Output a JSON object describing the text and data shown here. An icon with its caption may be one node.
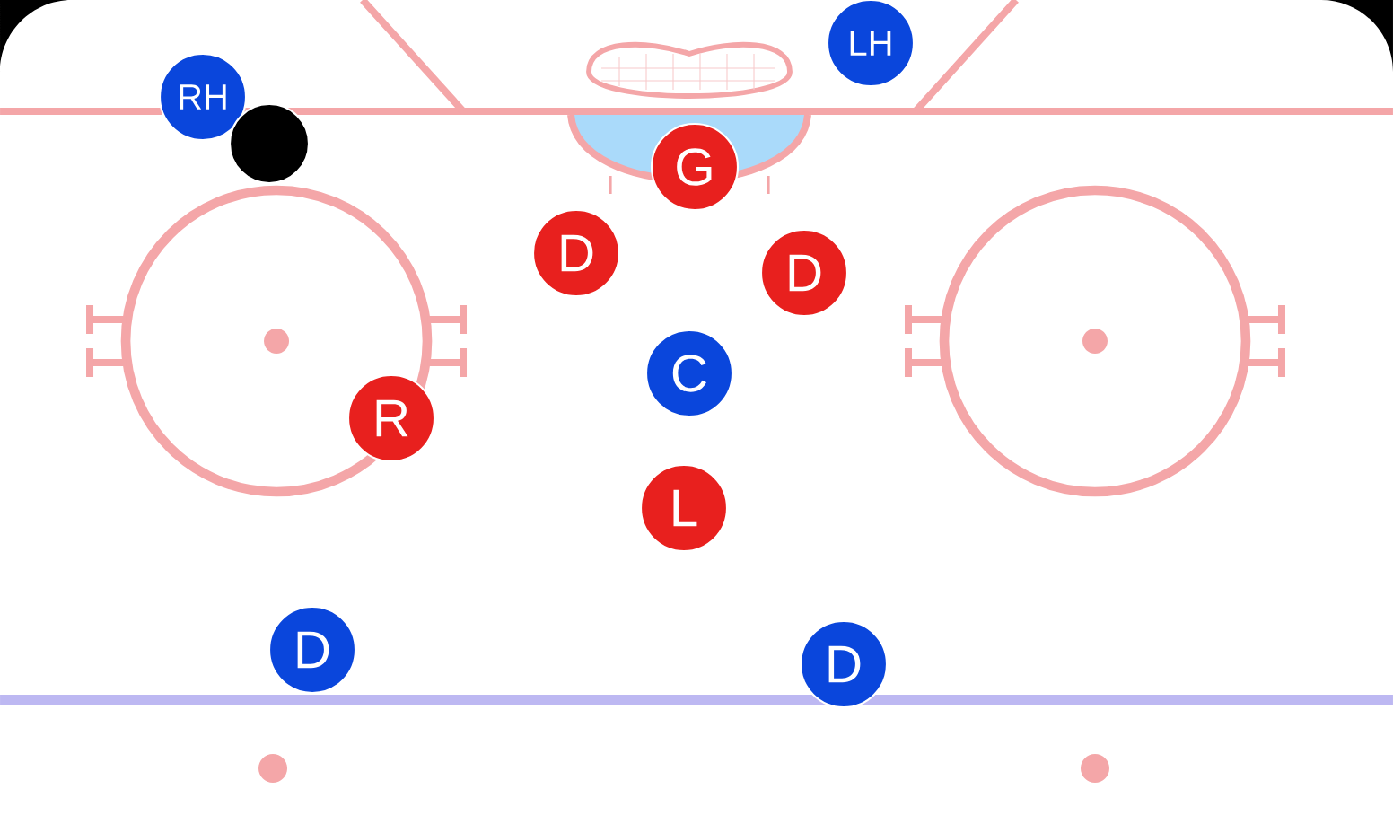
{
  "diagram": {
    "nodes": [
      {
        "text": [
          "LH"
        ]
      },
      {
        "text": [
          "RH"
        ]
      },
      {
        "text": [],
        "shape": "circle"
      },
      {
        "text": [
          "G"
        ]
      },
      {
        "text": [
          "D"
        ]
      },
      {
        "text": [
          "D"
        ]
      },
      {
        "text": [
          "C"
        ]
      },
      {
        "text": [
          "R"
        ]
      },
      {
        "text": [
          "L"
        ]
      },
      {
        "text": [
          "D"
        ]
      },
      {
        "text": [
          "D"
        ]
      }
    ]
  }
}
